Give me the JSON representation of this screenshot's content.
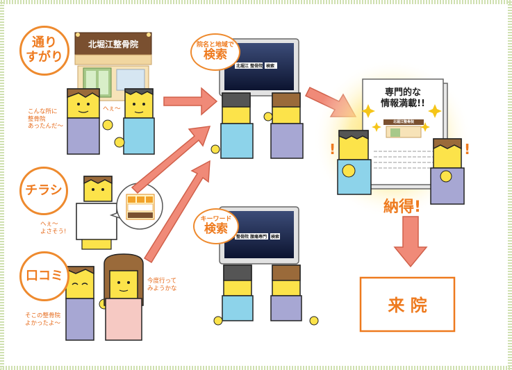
{
  "labels": {
    "passing_by": [
      "通り",
      "すがり"
    ],
    "flyer": "チラシ",
    "word_of_mouth": "口コミ"
  },
  "sign_text": "北堀江整骨院",
  "speech": {
    "passing_a": [
      "こんな所に",
      "整骨院",
      "あったんだ〜"
    ],
    "passing_b": "へぇ〜",
    "flyer_a": [
      "へぇ〜",
      "よさそう!"
    ],
    "mouth_a": [
      "そこの整骨院",
      "よかったよ〜"
    ],
    "mouth_b": [
      "今度行って",
      "みようかな"
    ]
  },
  "search1": {
    "caption": "院名と地域で",
    "title": "検索",
    "query_a": "北堀江",
    "query_b": "整骨院",
    "button": "検索"
  },
  "search2": {
    "caption": "キーワード",
    "title": "検索",
    "query_a": "整骨院",
    "query_b": "腰痛専門",
    "button": "検索"
  },
  "result_page": {
    "line1": "専門的な",
    "line2": "情報満載!!",
    "site_header": "北堀江整骨院"
  },
  "satisfied": "納得!",
  "visit": "来 院",
  "colors": {
    "orange": "#ee7a1e",
    "arrow_fill": "#f08a78",
    "arrow_stroke": "#d0604a",
    "border_green": "#d8e6c0",
    "skin": "#fce34a",
    "hair": "#9a6a3a",
    "shirt_blue": "#8dd3ea",
    "shirt_purple": "#a7a7d3",
    "shirt_pink": "#f6c9c3"
  }
}
